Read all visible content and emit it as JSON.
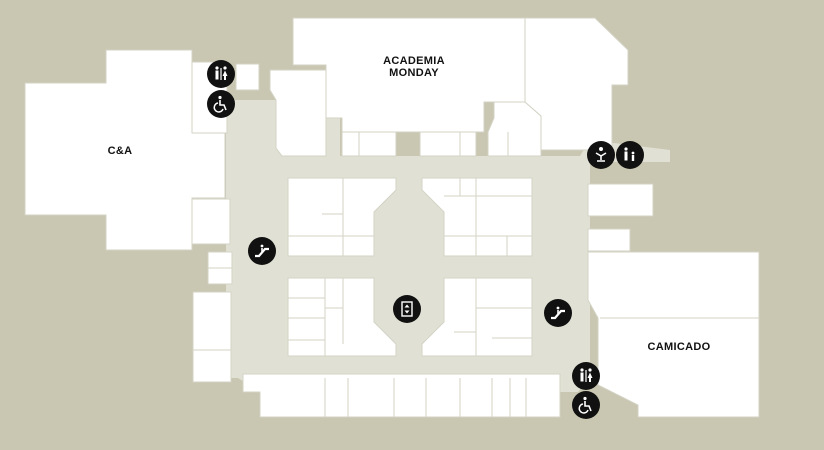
{
  "colors": {
    "background": "#c9c7b1",
    "corridor": "#e0e1d4",
    "store": "#ffffff",
    "store_outline": "#d3d3c6",
    "icon_bg": "#111111",
    "icon_fg": "#ffffff"
  },
  "stores": {
    "ca": "C&A",
    "academia": "ACADEMIA\nMONDAY",
    "camicado": "CAMICADO"
  },
  "amenities": [
    "restroom-icon",
    "accessibility-icon",
    "baby-changing-icon",
    "family-restroom-icon",
    "escalator-icon",
    "elevator-icon"
  ]
}
